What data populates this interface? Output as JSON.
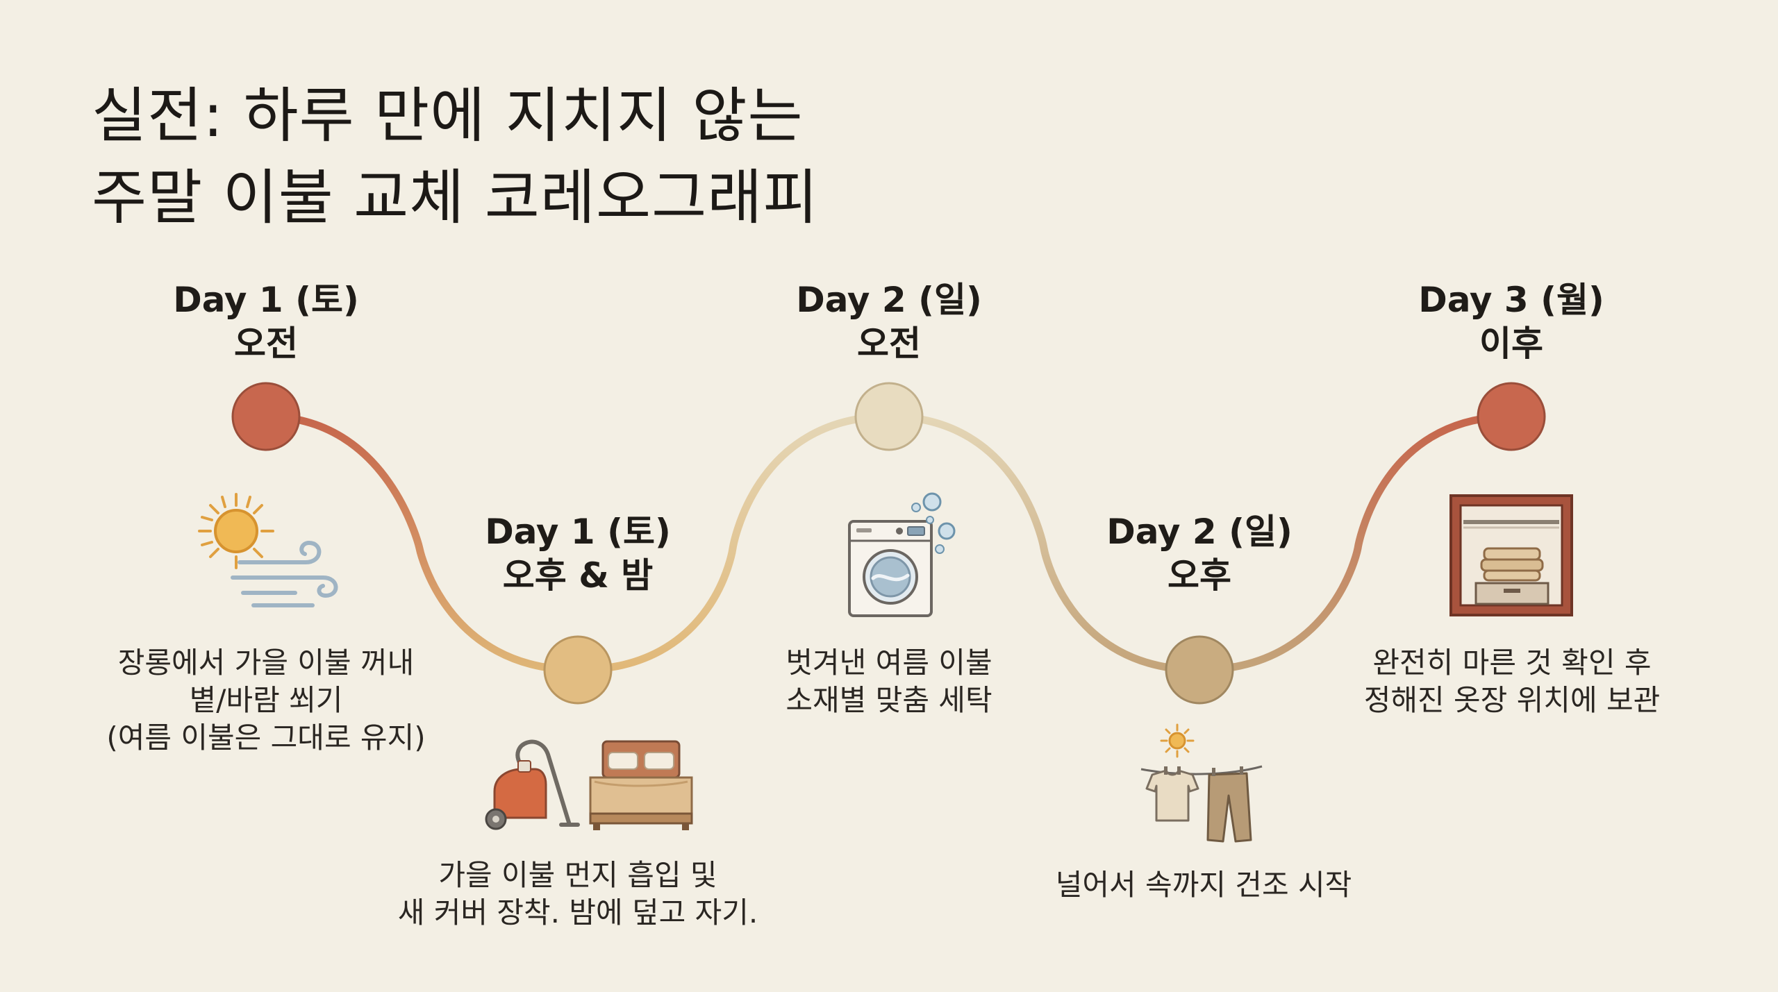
{
  "title": {
    "line1": "실전: 하루 만에 지치지 않는",
    "line2": "주말 이불 교체 코레오그래피"
  },
  "steps": [
    {
      "heading": [
        "Day 1 (토)",
        "오전"
      ],
      "description": [
        "장롱에서 가을 이불 꺼내",
        "볕/바람 쐬기",
        "(여름 이불은 그대로 유지)"
      ],
      "node_color": "#c8674e",
      "icon": "sun-wind-icon"
    },
    {
      "heading": [
        "Day 1 (토)",
        "오후 & 밤"
      ],
      "description": [
        "가을 이불 먼지 흡입 및",
        "새 커버 장착. 밤에 덮고 자기."
      ],
      "node_color": "#e2bd82",
      "icon": "vacuum-bed-icon"
    },
    {
      "heading": [
        "Day 2 (일)",
        "오전"
      ],
      "description": [
        "벗겨낸 여름 이불",
        "소재별 맞춤 세탁"
      ],
      "node_color": "#e8dcc0",
      "icon": "washing-machine-icon"
    },
    {
      "heading": [
        "Day 2 (일)",
        "오후"
      ],
      "description": [
        "널어서 속까지 건조 시작"
      ],
      "node_color": "#c9ac80",
      "icon": "laundry-line-icon"
    },
    {
      "heading": [
        "Day 3 (월)",
        "이후"
      ],
      "description": [
        "완전히 마른 것 확인 후",
        "정해진 옷장 위치에 보관"
      ],
      "node_color": "#c8674e",
      "icon": "closet-storage-icon"
    }
  ]
}
